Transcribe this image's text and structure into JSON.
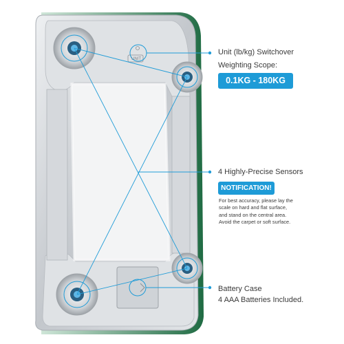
{
  "features": {
    "unit_switch_label": "Unit (lb/kg) Switchover",
    "weighing_scope_label": "Weighting Scope:",
    "weighing_scope_range": "0.1KG - 180KG",
    "sensors_label": "4 Highly-Precise Sensors",
    "notification_badge": "NOTIFICATION!",
    "notification_lines": [
      "For best accuracy, please lay the",
      "scale on hard and flat surface,",
      "and stand on the central area.",
      "Avoid the carpet or soft surface."
    ],
    "battery_case_label": "Battery Case",
    "battery_spec_label": "4 AAA Batteries Included."
  },
  "device": {
    "unit_button_text": "UNIT"
  },
  "colors": {
    "accent": "#1e9bd7",
    "glass_edge": "#2e7d4f",
    "frame": "#c9ccd0",
    "text": "#3a3a3a"
  }
}
